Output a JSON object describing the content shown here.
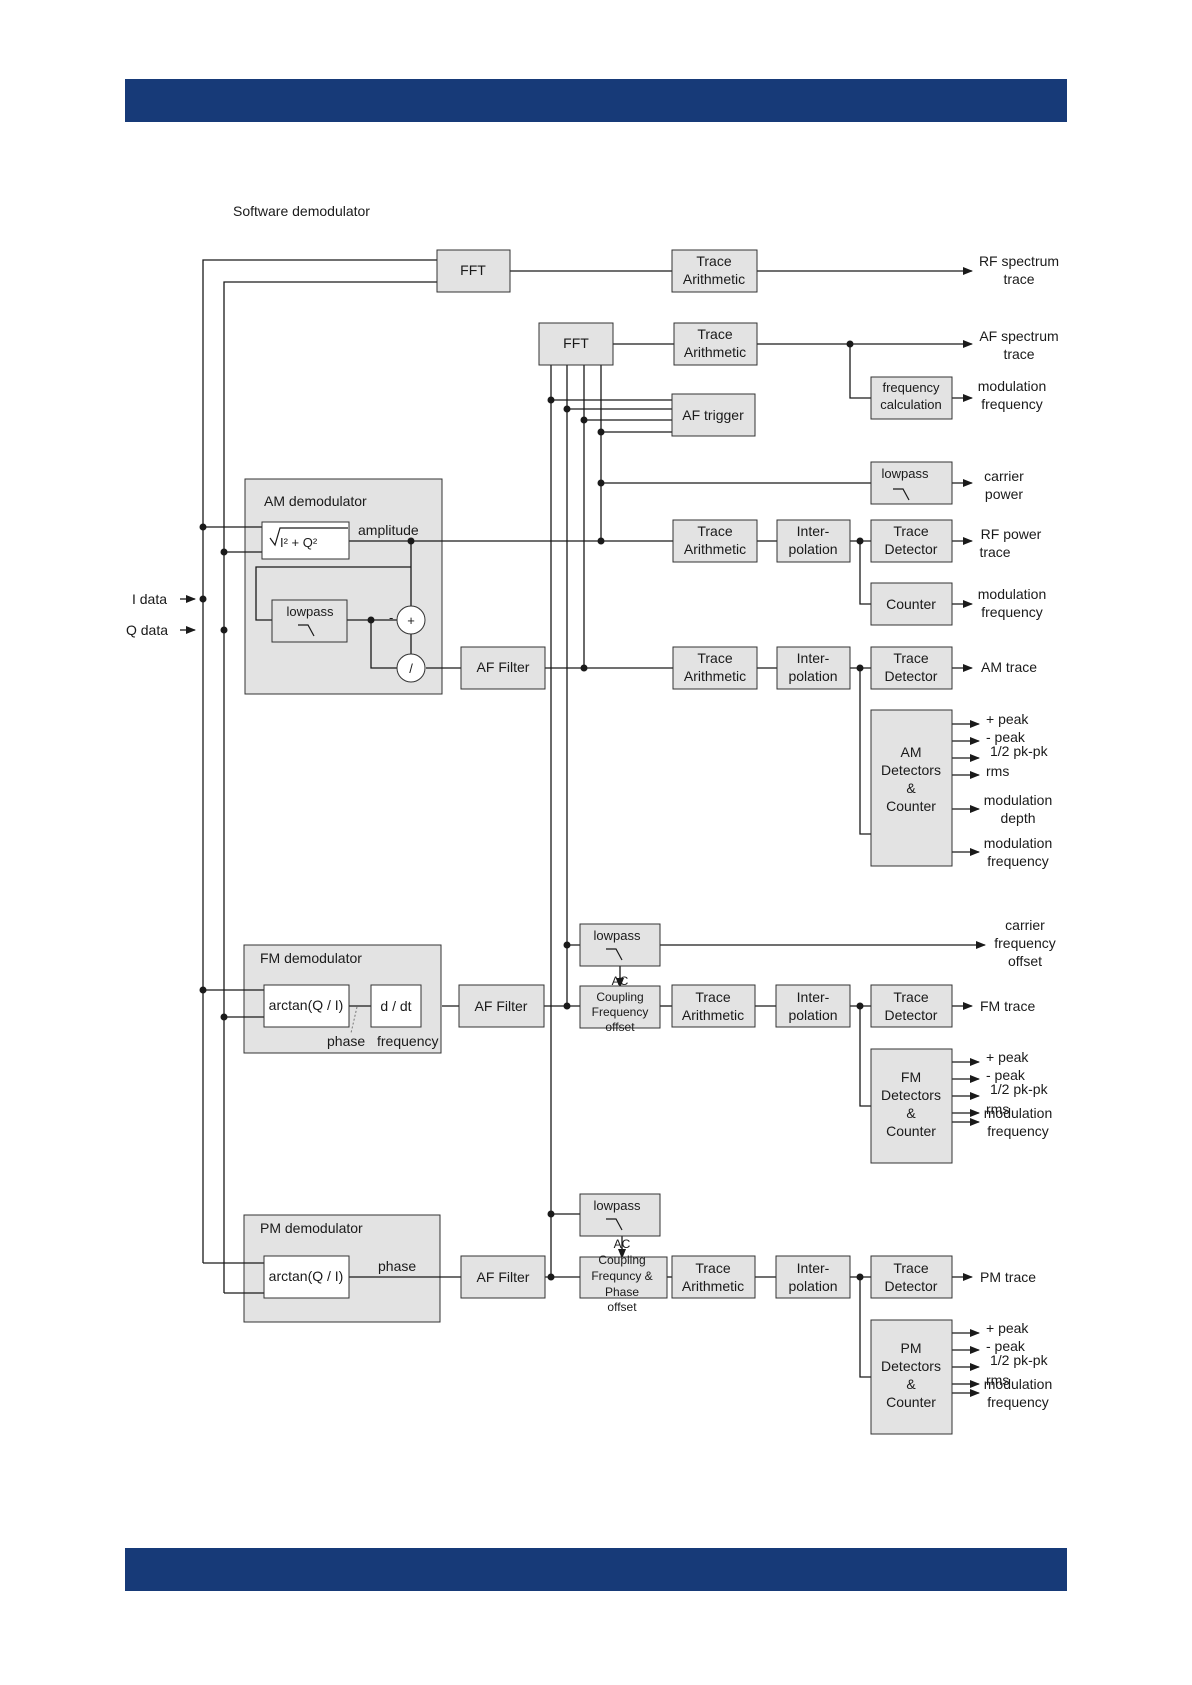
{
  "title": "Software demodulator",
  "inputs": {
    "i": "I data",
    "q": "Q data"
  },
  "demodulators": {
    "am": "AM demodulator",
    "fm": "FM demodulator",
    "pm": "PM demodulator"
  },
  "labels": {
    "fft": "FFT",
    "trace": "Trace",
    "arithmetic": "Arithmetic",
    "af_trigger": "AF trigger",
    "lowpass": "lowpass",
    "inter": "Inter-",
    "polation": "polation",
    "detector": "Detector",
    "counter": "Counter",
    "af_filter": "AF Filter",
    "amplitude": "amplitude",
    "phase": "phase",
    "frequency": "frequency",
    "sqrt_term": "I² + Q²",
    "plus": "+",
    "minus": "-",
    "divide": "/",
    "arctan": "arctan(Q / I)",
    "ddt": "d / dt",
    "freq_calc_1": "frequency",
    "freq_calc_2": "calculation",
    "ac": "AC",
    "coupling": "Coupling",
    "frequency_cap": "Frequency",
    "frequency_typo": "Frequncy &",
    "phase_cap": "Phase",
    "offset": "offset",
    "detectors": "Detectors",
    "amp": "&",
    "counter_cap": "Counter",
    "am_short": "AM",
    "fm_short": "FM",
    "pm_short": "PM"
  },
  "outputs": {
    "rf_spectrum": [
      "RF spectrum",
      "trace"
    ],
    "af_spectrum": [
      "AF spectrum",
      "trace"
    ],
    "mod_freq": [
      "modulation",
      "frequency"
    ],
    "carrier_power": [
      "carrier",
      "power"
    ],
    "rf_power": [
      "RF power",
      "trace"
    ],
    "am_trace": "AM trace",
    "fm_trace": "FM trace",
    "pm_trace": "PM trace",
    "carrier_freq_offset": [
      "carrier",
      "frequency",
      "offset"
    ],
    "plus_peak": "+ peak",
    "minus_peak": "- peak",
    "half_pkpk": "1/2 pk-pk",
    "rms": "rms",
    "mod_depth": [
      "modulation",
      "depth"
    ]
  },
  "colors": {
    "bar": "#173a78",
    "block_fill": "#e3e3e3",
    "line": "#1a1a1a"
  }
}
